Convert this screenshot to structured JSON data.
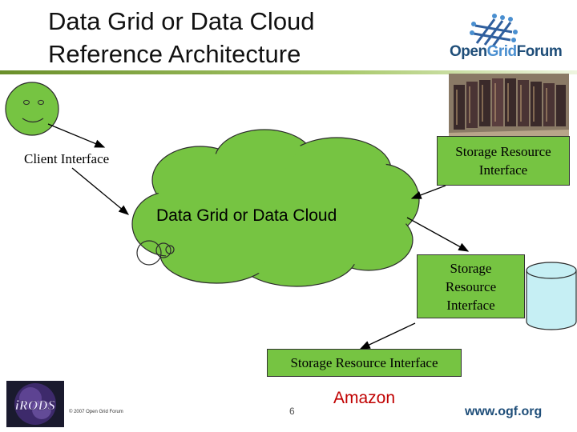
{
  "slide": {
    "title_line1": "Data Grid or Data Cloud",
    "title_line2": "Reference Architecture",
    "logo_text_open": "Open",
    "logo_text_grid": "Grid",
    "logo_text_forum": "Forum"
  },
  "diagram": {
    "client_interface": "Client Interface",
    "storage_interface_top_line1": "Storage Resource",
    "storage_interface_top_line2": "Interface",
    "cloud_label": "Data Grid or Data Cloud",
    "storage_interface_mid_line1": "Storage",
    "storage_interface_mid_line2": "Resource",
    "storage_interface_mid_line3": "Interface",
    "storage_interface_bottom": "Storage Resource Interface",
    "amazon": "Amazon"
  },
  "footer": {
    "irods_logo_text": "iRODS",
    "copyright": "© 2007 Open Grid Forum",
    "page_number": "6",
    "url": "www.ogf.org"
  },
  "colors": {
    "cloud_fill": "#76c442",
    "box_fill": "#76c442",
    "cylinder_fill": "#c6eff4",
    "amazon_text": "#c00000",
    "accent_rule": "#6a8f2a",
    "ogf_blue": "#1f4e79"
  }
}
